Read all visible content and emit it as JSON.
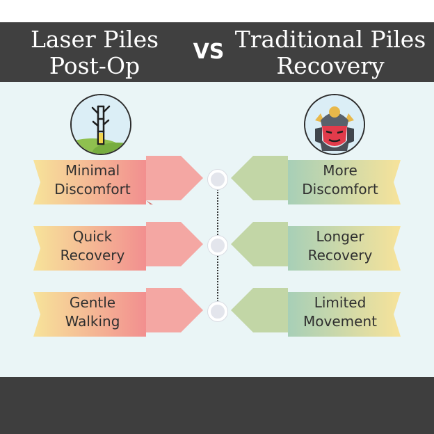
{
  "header": {
    "left_title": "Laser Piles\nPost-Op",
    "vs": "VS",
    "right_title": "Traditional Piles\nRecovery"
  },
  "icons": {
    "left": "bamboo-plant-icon",
    "right": "samurai-mask-icon"
  },
  "left_items": [
    {
      "label": "Minimal\nDiscomfort"
    },
    {
      "label": "Quick\nRecovery"
    },
    {
      "label": "Gentle\nWalking"
    }
  ],
  "right_items": [
    {
      "label": "More\nDiscomfort"
    },
    {
      "label": "Longer\nRecovery"
    },
    {
      "label": "Limited\nMovement"
    }
  ],
  "colors": {
    "header_bg": "#404040",
    "body_bg": "#eaf5f6",
    "left_gradient": [
      "#f7e39a",
      "#f28f8f"
    ],
    "right_gradient": [
      "#a7cfb7",
      "#f7e39a"
    ]
  }
}
